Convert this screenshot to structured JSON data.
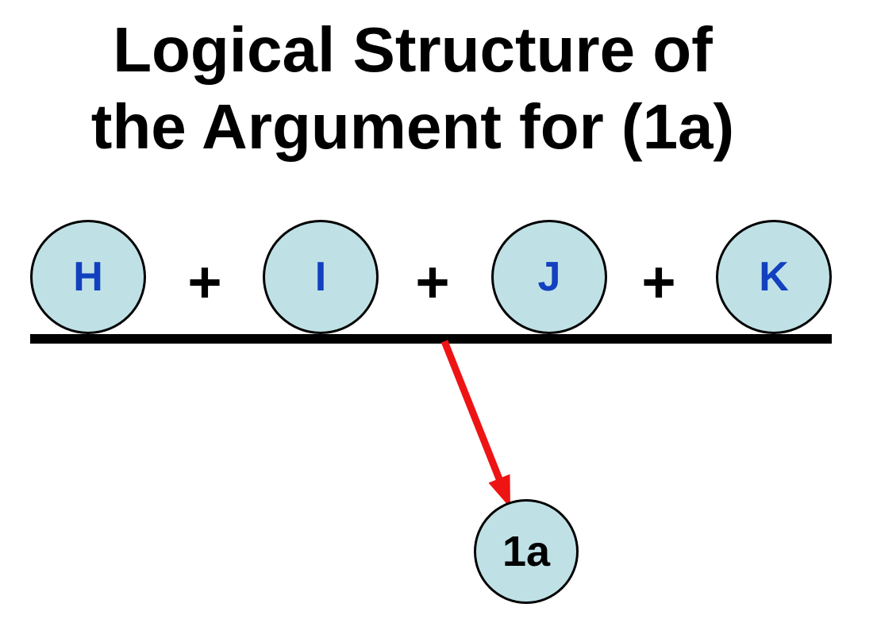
{
  "title": {
    "line1": "Logical Structure of",
    "line2": "the Argument for (1a)"
  },
  "diagram": {
    "premises": [
      {
        "label": "H"
      },
      {
        "label": "I"
      },
      {
        "label": "J"
      },
      {
        "label": "K"
      }
    ],
    "operators": [
      "+",
      "+",
      "+"
    ],
    "conclusion": {
      "label": "1a"
    },
    "colors": {
      "node_fill": "#bfe1e6",
      "node_stroke": "#000000",
      "premise_label": "#1240bf",
      "conclusion_label": "#000000",
      "inference_line": "#000000",
      "arrow": "#ee1414",
      "title_text": "#000000",
      "background": "#ffffff"
    }
  }
}
